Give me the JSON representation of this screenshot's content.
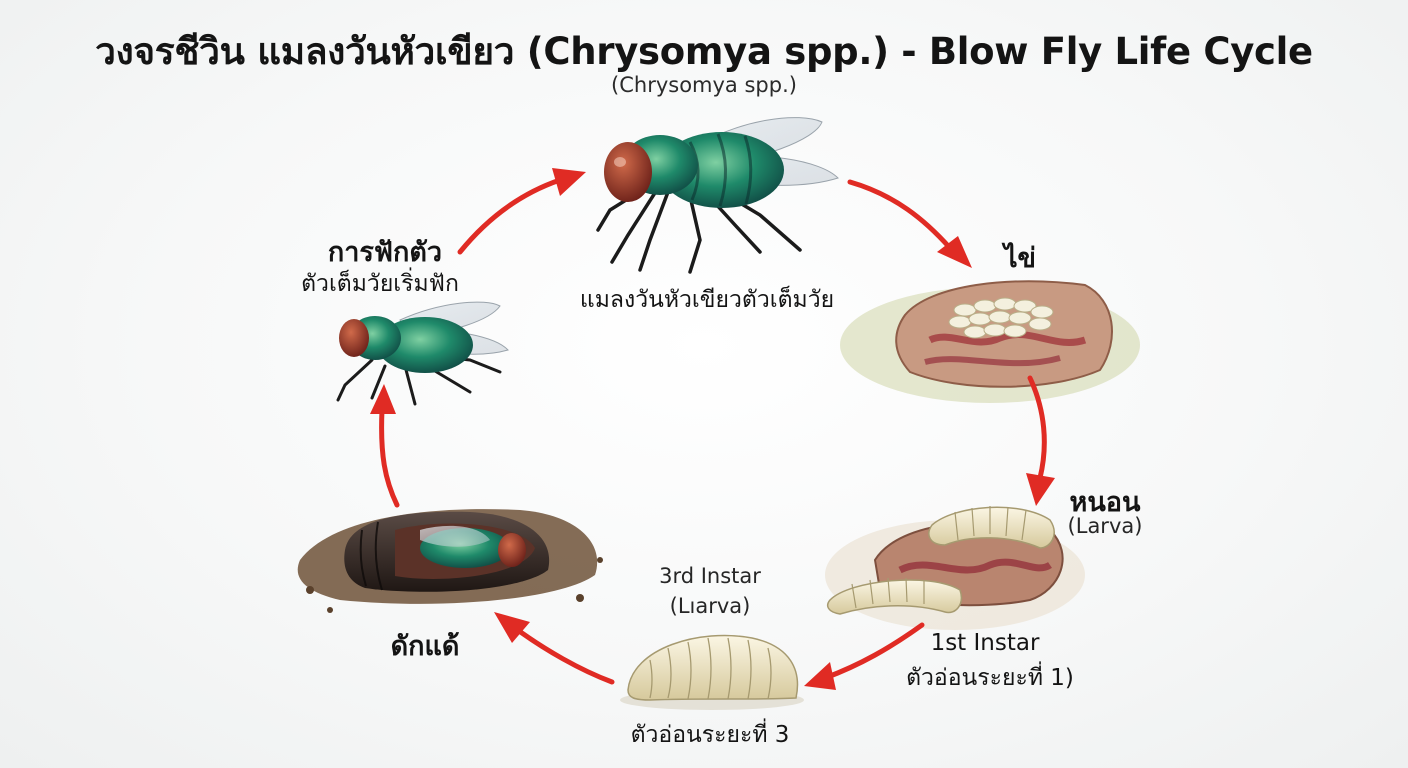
{
  "title": "วงจรชีวิน แมลงวันหัวเขียว (Chrysomya spp.) - Blow Fly Life Cycle",
  "subtitle": "(Chrysomya spp.)",
  "stages": {
    "adult": {
      "label": "แมลงวันหัวเขียวตัวเต็มวัย"
    },
    "egg": {
      "label": "ไข่"
    },
    "larva": {
      "label": "หนอน",
      "sublabel": "(Larva)"
    },
    "first_instar": {
      "line1": "1st Instar",
      "line2": "ตัวอ่อนระยะที่ 1)"
    },
    "third_instar": {
      "top1": "3rd Instar",
      "top2": "(Lıarva)",
      "bottom": "ตัวอ่อนระยะที่ 3"
    },
    "pupa": {
      "label": "ดักแด้"
    },
    "emergence": {
      "label": "การฟักตัว",
      "sublabel": "ตัวเต็มวัยเริ่มฟัก"
    }
  },
  "colors": {
    "arrow": "#e02b24",
    "fly_body": "#1f8a6a",
    "fly_eye": "#8a2b22",
    "larva": "#ece3c4"
  },
  "icons": [
    "adult-fly-icon",
    "emerging-fly-icon",
    "egg-mass-icon",
    "larvae-on-meat-icon",
    "third-instar-larva-icon",
    "pupa-icon"
  ]
}
